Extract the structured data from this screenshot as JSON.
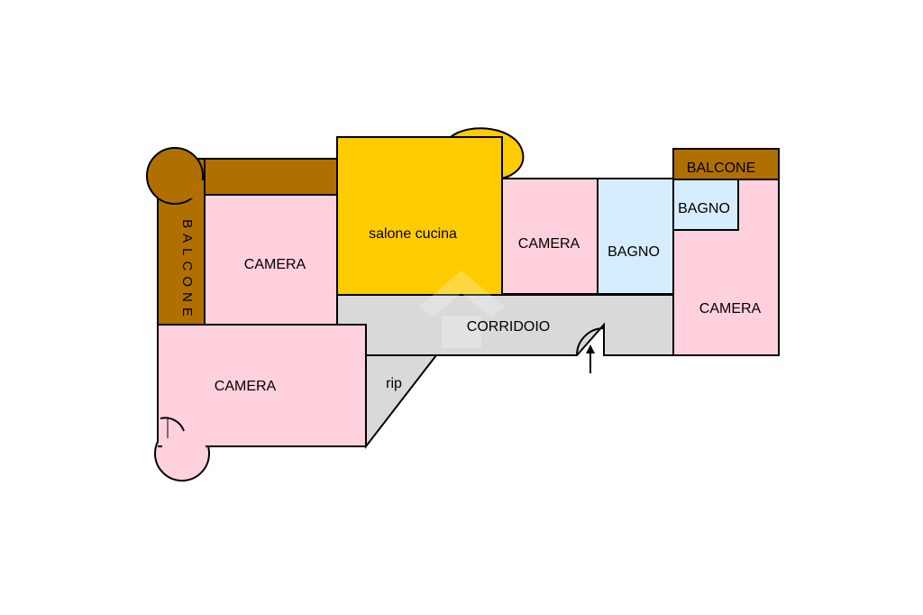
{
  "plan": {
    "rooms": {
      "balcone_left": "BALCONE",
      "camera_1": "CAMERA",
      "salone": "salone cucina",
      "camera_2": "CAMERA",
      "bagno_1": "BAGNO",
      "balcone_right": "BALCONE",
      "bagno_2": "BAGNO",
      "camera_3": "CAMERA",
      "corridoio": "CORRIDOIO",
      "camera_4": "CAMERA",
      "rip": "rip"
    },
    "colors": {
      "balcone": "#b07000",
      "camera": "#ffd1dc",
      "salone": "#ffcc00",
      "bagno": "#d6ecff",
      "corridoio": "#d9d9d9"
    }
  }
}
